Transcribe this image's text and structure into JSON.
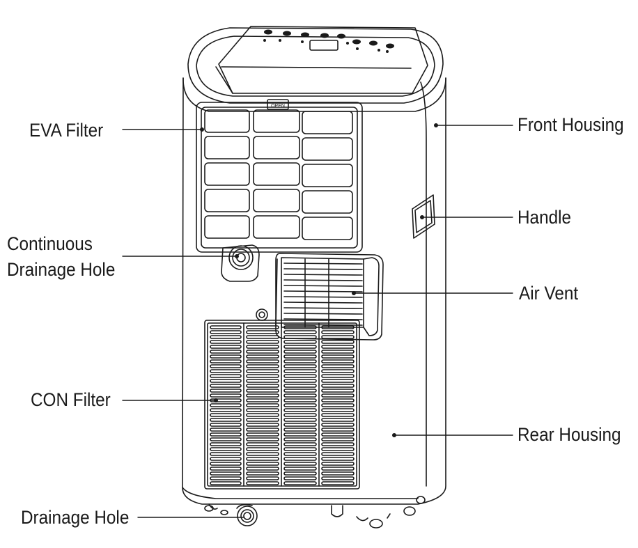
{
  "labels": {
    "eva_filter": "EVA Filter",
    "continuous_drainage_line1": "Continuous",
    "continuous_drainage_line2": "Drainage Hole",
    "con_filter": "CON Filter",
    "drainage_hole": "Drainage Hole",
    "front_housing": "Front Housing",
    "handle": "Handle",
    "air_vent": "Air Vent",
    "rear_housing": "Rear Housing"
  },
  "unit": {
    "open_tag": "OPEN"
  },
  "colors": {
    "line": "#1a1a1a",
    "background": "#ffffff"
  }
}
